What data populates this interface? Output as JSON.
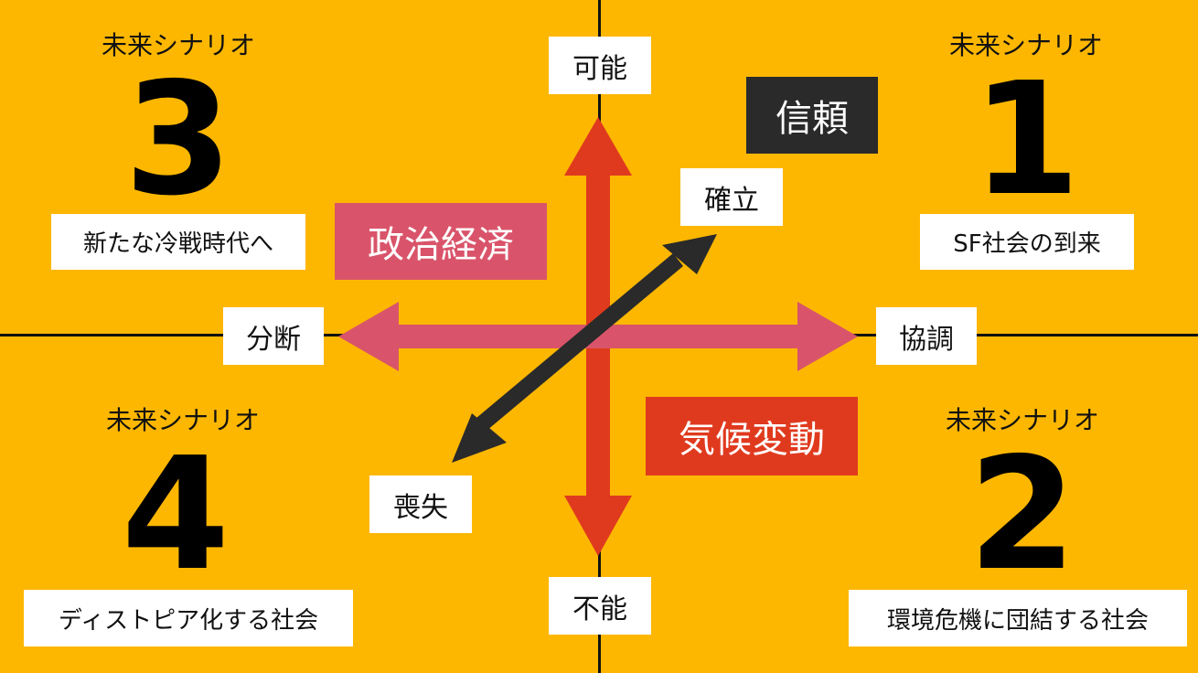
{
  "axes": {
    "top": "可能",
    "bottom": "不能",
    "left": "分断",
    "right": "協調",
    "diag_top": "確立",
    "diag_bottom": "喪失"
  },
  "tags": {
    "trust": "信頼",
    "politics": "政治経済",
    "climate": "気候変動"
  },
  "scenarios": [
    {
      "label": "未来シナリオ",
      "number": "1",
      "caption": "SF社会の到来"
    },
    {
      "label": "未来シナリオ",
      "number": "2",
      "caption": "環境危機に団結する社会"
    },
    {
      "label": "未来シナリオ",
      "number": "3",
      "caption": "新たな冷戦時代へ"
    },
    {
      "label": "未来シナリオ",
      "number": "4",
      "caption": "ディストピア化する社会"
    }
  ],
  "colors": {
    "background": "#fdb700",
    "vertical_arrow": "#e03a1e",
    "horizontal_arrow": "#d9546a",
    "diagonal_arrow": "#2a2a2a",
    "trust_tag": "#2a2a2a",
    "politics_tag": "#d9546a",
    "climate_tag": "#e03a1e"
  }
}
